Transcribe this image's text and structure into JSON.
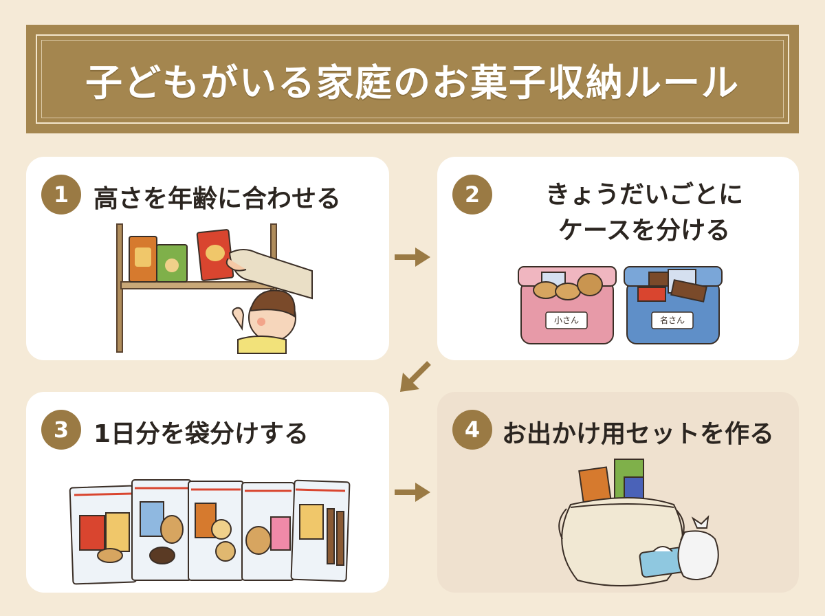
{
  "title": "子どもがいる家庭のお菓子収納ルール",
  "colors": {
    "background": "#f5ead7",
    "banner": "#a4864f",
    "badge": "#9a7a44",
    "card": "#ffffff",
    "card_highlight": "#efe1cf",
    "arrow": "#9a7a44",
    "text": "#2b2520"
  },
  "steps": [
    {
      "number": "1",
      "title": "高さを年齢に合わせる",
      "illustration": "shelf-with-snacks-and-child-icon"
    },
    {
      "number": "2",
      "title_line1": "きょうだいごとに",
      "title_line2": "ケースを分ける",
      "illustration": "two-snack-cases-icon",
      "case_labels": [
        "小さん",
        "名さん"
      ]
    },
    {
      "number": "3",
      "title": "1日分を袋分けする",
      "illustration": "daily-snack-bags-icon"
    },
    {
      "number": "4",
      "title": "お出かけ用セットを作る",
      "illustration": "drawstring-bag-set-icon"
    }
  ]
}
